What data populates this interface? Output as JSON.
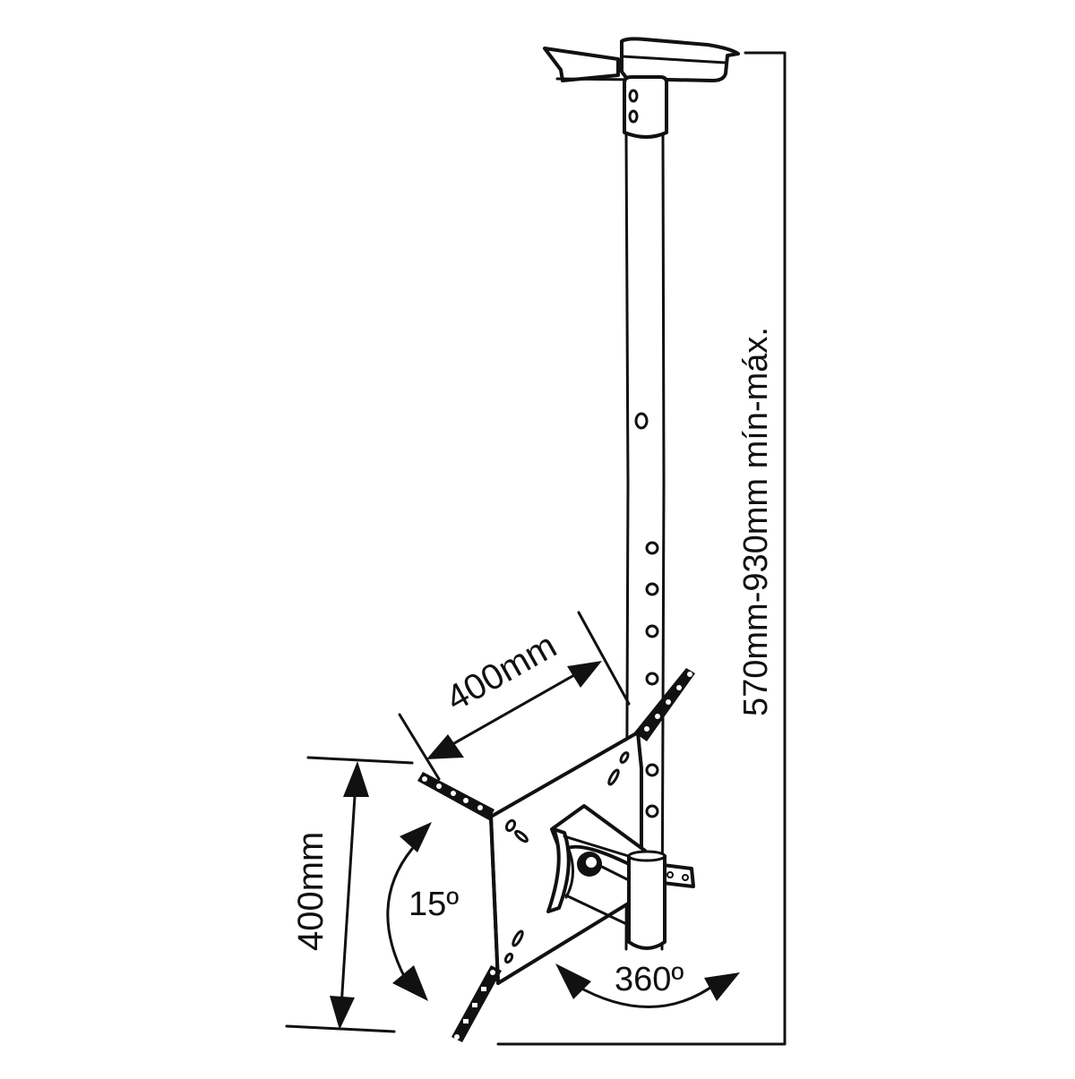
{
  "diagram": {
    "type": "technical-drawing",
    "subject": "ceiling TV mount",
    "colors": {
      "line": "#111111",
      "background": "#ffffff"
    },
    "dimensions": {
      "height_range": {
        "label": "570mm-930mm mín-máx."
      },
      "vesa_width": {
        "label": "400mm"
      },
      "vesa_height": {
        "label": "400mm"
      },
      "tilt": {
        "label": "15º"
      },
      "rotation": {
        "label": "360º"
      }
    },
    "parts": [
      {
        "name": "ceiling plate"
      },
      {
        "name": "telescopic pole"
      },
      {
        "name": "tilt head"
      },
      {
        "name": "VESA plate"
      },
      {
        "name": "mounting arms"
      }
    ]
  }
}
